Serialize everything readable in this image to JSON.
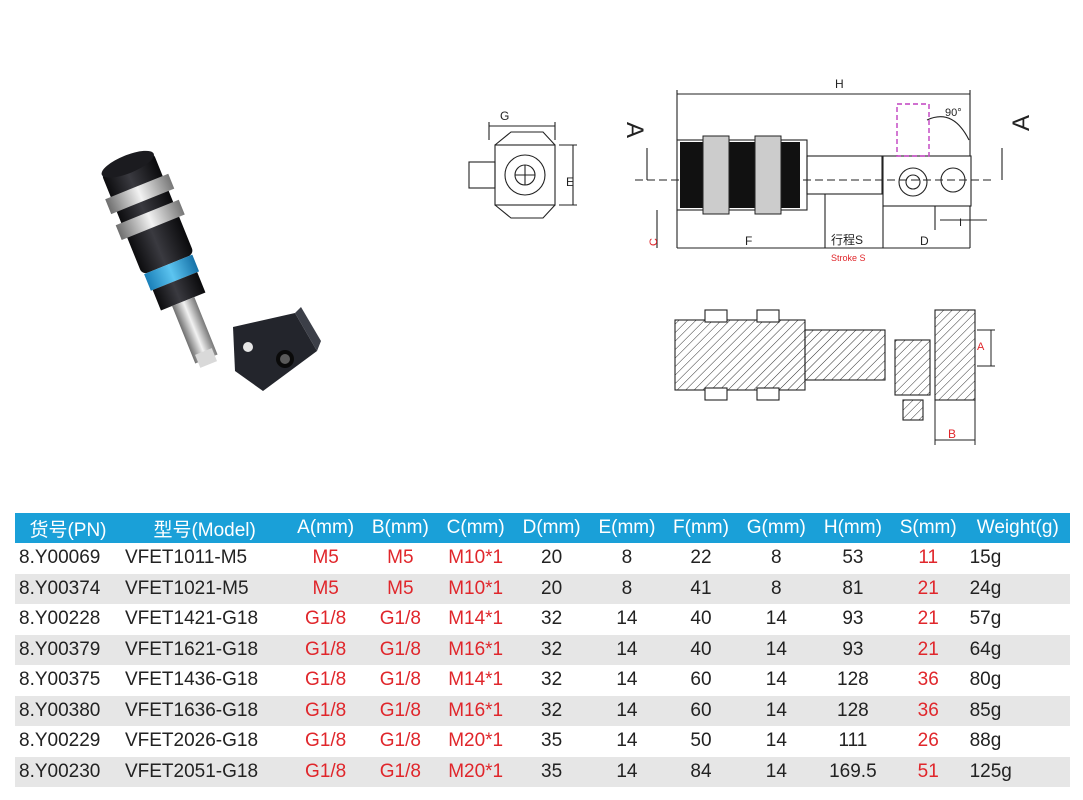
{
  "drawing": {
    "front_view": {
      "label_g": "G",
      "label_e": "E"
    },
    "side_view": {
      "section_mark": "A",
      "label_h": "H",
      "angle": "90°",
      "label_c": "C",
      "label_f": "F",
      "label_stroke": "行程S",
      "label_stroke_en": "Stroke S",
      "label_d": "D",
      "label_i": "I"
    },
    "section_view": {
      "label_a": "A",
      "label_b": "B"
    }
  },
  "table": {
    "headers": [
      "货号(PN)",
      "型号(Model)",
      "A(mm)",
      "B(mm)",
      "C(mm)",
      "D(mm)",
      "E(mm)",
      "F(mm)",
      "G(mm)",
      "H(mm)",
      "S(mm)",
      "Weight(g)"
    ],
    "rows": [
      [
        "8.Y00069",
        "VFET1011-M5",
        "M5",
        "M5",
        "M10*1",
        "20",
        "8",
        "22",
        "8",
        "53",
        "11",
        "15g"
      ],
      [
        "8.Y00374",
        "VFET1021-M5",
        "M5",
        "M5",
        "M10*1",
        "20",
        "8",
        "41",
        "8",
        "81",
        "21",
        "24g"
      ],
      [
        "8.Y00228",
        "VFET1421-G18",
        "G1/8",
        "G1/8",
        "M14*1",
        "32",
        "14",
        "40",
        "14",
        "93",
        "21",
        "57g"
      ],
      [
        "8.Y00379",
        "VFET1621-G18",
        "G1/8",
        "G1/8",
        "M16*1",
        "32",
        "14",
        "40",
        "14",
        "93",
        "21",
        "64g"
      ],
      [
        "8.Y00375",
        "VFET1436-G18",
        "G1/8",
        "G1/8",
        "M14*1",
        "32",
        "14",
        "60",
        "14",
        "128",
        "36",
        "80g"
      ],
      [
        "8.Y00380",
        "VFET1636-G18",
        "G1/8",
        "G1/8",
        "M16*1",
        "32",
        "14",
        "60",
        "14",
        "128",
        "36",
        "85g"
      ],
      [
        "8.Y00229",
        "VFET2026-G18",
        "G1/8",
        "G1/8",
        "M20*1",
        "35",
        "14",
        "50",
        "14",
        "111",
        "26",
        "88g"
      ],
      [
        "8.Y00230",
        "VFET2051-G18",
        "G1/8",
        "G1/8",
        "M20*1",
        "35",
        "14",
        "84",
        "14",
        "169.5",
        "51",
        "125g"
      ]
    ],
    "colors": {
      "header_bg": "#1aa0d8",
      "header_text": "#ffffff",
      "highlight": "#e0262b",
      "stripe": "#e6e6e6"
    }
  }
}
